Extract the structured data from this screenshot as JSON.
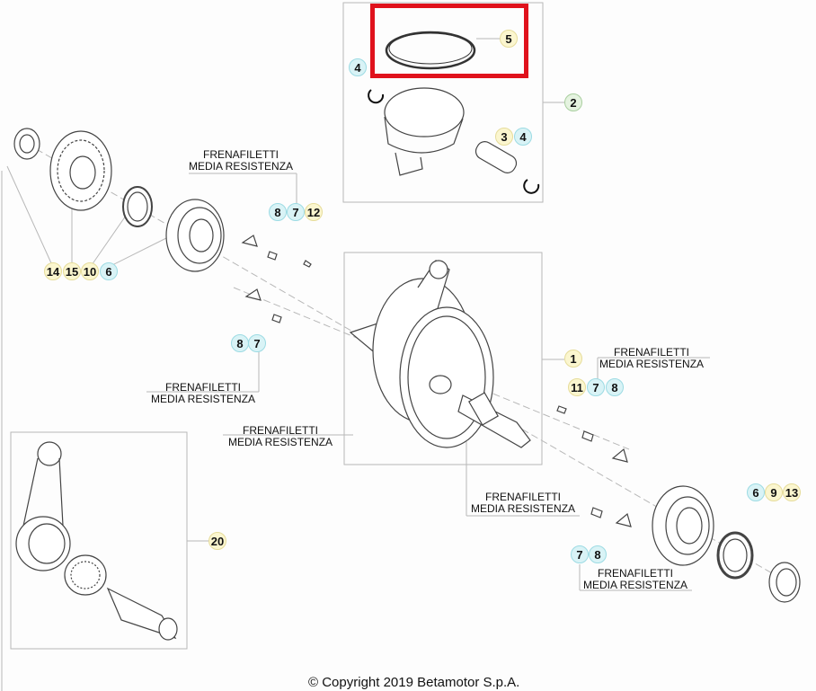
{
  "diagram": {
    "title": "Crankshaft and piston exploded parts diagram",
    "highlight_color": "#e0121c",
    "badge_colors": {
      "yellow": "#fbf6cf",
      "cyan": "#d9f3f6",
      "green": "#e5f3e0"
    },
    "groups": [
      {
        "id": "piston-group",
        "callout": "2",
        "parts": [
          "5",
          "4",
          "3",
          "4"
        ]
      },
      {
        "id": "crankshaft-group",
        "callout": "1"
      },
      {
        "id": "con-rod-group",
        "callout": "20"
      }
    ],
    "callouts": {
      "piston_ring": "5",
      "circlip_left": "4",
      "piston_assembly": "2",
      "piston_pin": "3",
      "circlip_right": "4",
      "left_side": [
        "14",
        "15",
        "10",
        "6"
      ],
      "top_mid": [
        "8",
        "7",
        "12"
      ],
      "mid_left": [
        "8",
        "7"
      ],
      "crankshaft": "1",
      "right_mid": [
        "11",
        "7",
        "8"
      ],
      "right_lower": [
        "6",
        "9",
        "13"
      ],
      "lower_mid": [
        "7",
        "8"
      ],
      "con_rod_kit": "20"
    },
    "notes": {
      "line1": "FRENAFILETTI",
      "line2": "MEDIA RESISTENZA"
    },
    "highlighted_part": "5"
  },
  "footer": {
    "copyright": "© Copyright 2019 Betamotor S.p.A."
  }
}
